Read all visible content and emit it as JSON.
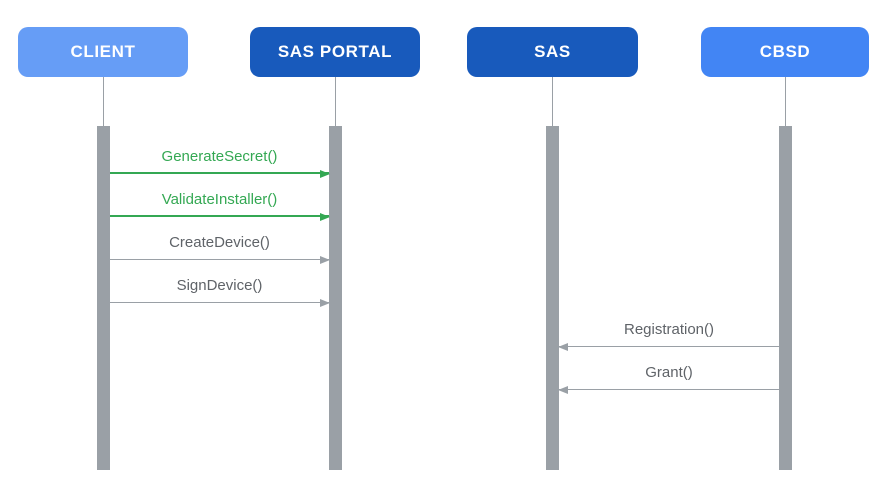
{
  "diagram": {
    "type": "sequence",
    "actors": [
      {
        "id": "client",
        "label": "CLIENT",
        "box_color": "#669DF6",
        "text_color": "#FFFFFF"
      },
      {
        "id": "sas-portal",
        "label": "SAS PORTAL",
        "box_color": "#185ABC",
        "text_color": "#FFFFFF"
      },
      {
        "id": "sas",
        "label": "SAS",
        "box_color": "#185ABC",
        "text_color": "#FFFFFF"
      },
      {
        "id": "cbsd",
        "label": "CBSD",
        "box_color": "#4285F4",
        "text_color": "#FFFFFF"
      }
    ],
    "messages": [
      {
        "label": "GenerateSecret()",
        "from": "CLIENT",
        "to": "SAS PORTAL",
        "direction": "right",
        "line_color": "#34A853",
        "text_color": "#34A853"
      },
      {
        "label": "ValidateInstaller()",
        "from": "CLIENT",
        "to": "SAS PORTAL",
        "direction": "right",
        "line_color": "#34A853",
        "text_color": "#34A853"
      },
      {
        "label": "CreateDevice()",
        "from": "CLIENT",
        "to": "SAS PORTAL",
        "direction": "right",
        "line_color": "#9AA0A6",
        "text_color": "#5F6368"
      },
      {
        "label": "SignDevice()",
        "from": "CLIENT",
        "to": "SAS PORTAL",
        "direction": "right",
        "line_color": "#9AA0A6",
        "text_color": "#5F6368"
      },
      {
        "label": "Registration()",
        "from": "CBSD",
        "to": "SAS",
        "direction": "left",
        "line_color": "#9AA0A6",
        "text_color": "#5F6368"
      },
      {
        "label": "Grant()",
        "from": "CBSD",
        "to": "SAS",
        "direction": "left",
        "line_color": "#9AA0A6",
        "text_color": "#5F6368"
      }
    ],
    "colors": {
      "background": "#FFFFFF",
      "lifeline": "#9AA0A6",
      "activation_bar": "#9AA0A6"
    }
  }
}
